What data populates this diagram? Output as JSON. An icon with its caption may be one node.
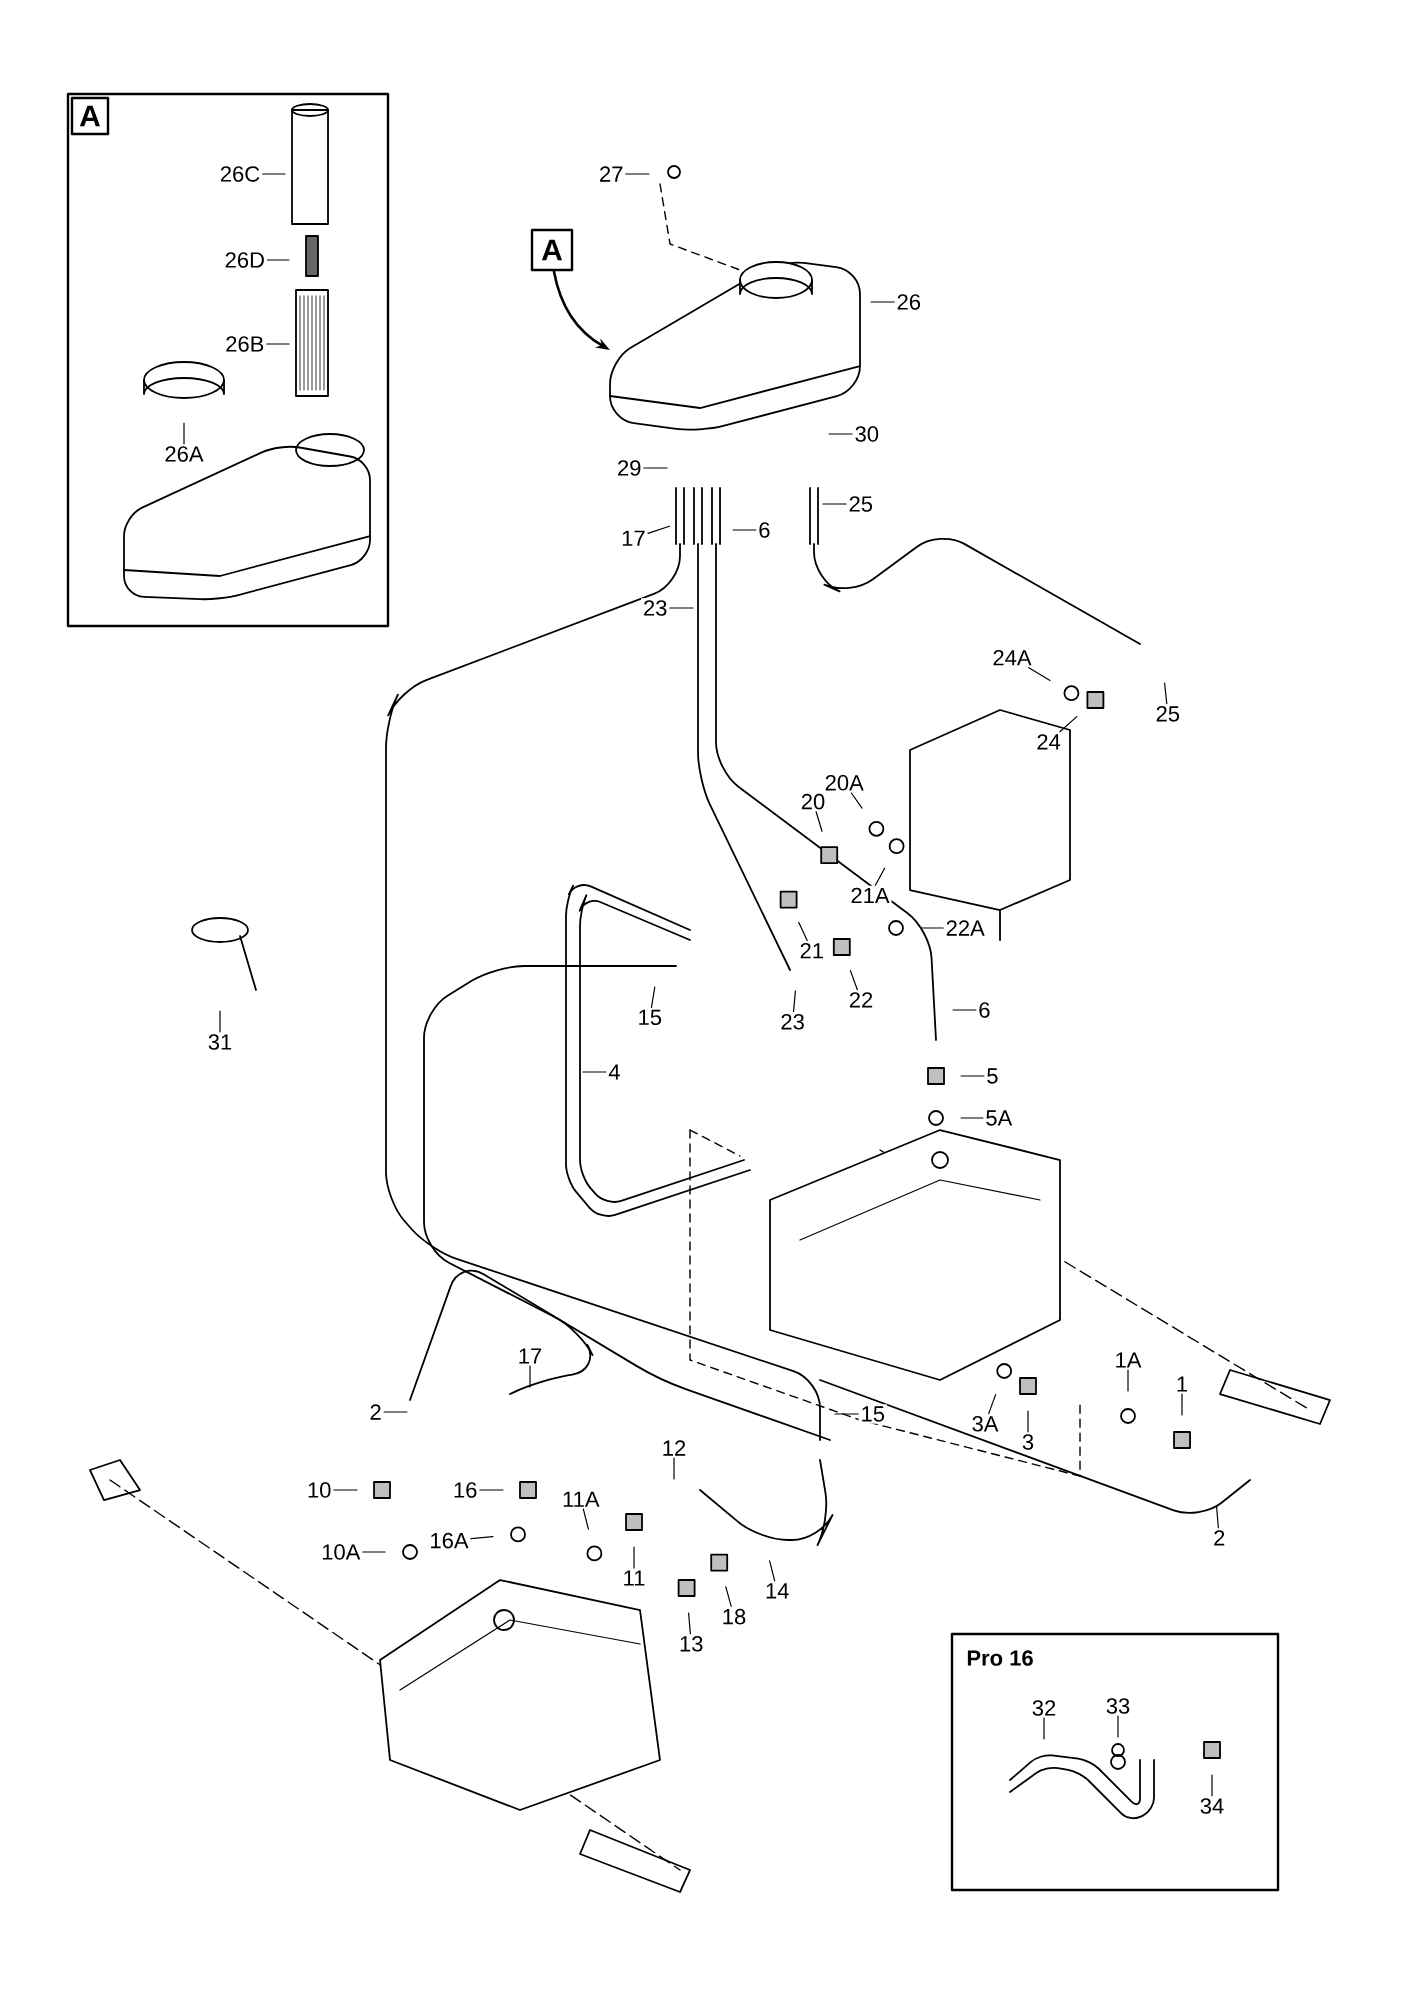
{
  "diagram": {
    "nodes": [
      {
        "text": [
          "A"
        ]
      },
      {
        "text": [
          "26C"
        ],
        "in": 0
      },
      {
        "text": [
          "26D"
        ],
        "in": 0
      },
      {
        "text": [
          "26B"
        ],
        "in": 0
      },
      {
        "text": [
          "26A"
        ],
        "in": 0
      },
      {
        "text": [
          "27"
        ]
      },
      {
        "text": [
          "A"
        ]
      },
      {
        "text": [
          "26"
        ]
      },
      {
        "text": [
          "30"
        ]
      },
      {
        "text": [
          "29"
        ]
      },
      {
        "text": [
          "6"
        ]
      },
      {
        "text": [
          "25"
        ]
      },
      {
        "text": [
          "17"
        ]
      },
      {
        "text": [
          "23"
        ]
      },
      {
        "text": [
          "24A"
        ]
      },
      {
        "text": [
          "25"
        ]
      },
      {
        "text": [
          "24"
        ]
      },
      {
        "text": [
          "20A"
        ]
      },
      {
        "text": [
          "20"
        ]
      },
      {
        "text": [
          "21A"
        ]
      },
      {
        "text": [
          "22A"
        ]
      },
      {
        "text": [
          "21"
        ]
      },
      {
        "text": [
          "22"
        ]
      },
      {
        "text": [
          "31"
        ]
      },
      {
        "text": [
          "15"
        ]
      },
      {
        "text": [
          "23"
        ]
      },
      {
        "text": [
          "6"
        ]
      },
      {
        "text": [
          "4"
        ]
      },
      {
        "text": [
          "5"
        ]
      },
      {
        "text": [
          "5A"
        ]
      },
      {
        "text": [
          "17"
        ]
      },
      {
        "text": [
          "1A"
        ]
      },
      {
        "text": [
          "1"
        ]
      },
      {
        "text": [
          "2"
        ]
      },
      {
        "text": [
          "3A"
        ]
      },
      {
        "text": [
          "15"
        ]
      },
      {
        "text": [
          "3"
        ]
      },
      {
        "text": [
          "12"
        ]
      },
      {
        "text": [
          "10"
        ]
      },
      {
        "text": [
          "16"
        ]
      },
      {
        "text": [
          "11A"
        ]
      },
      {
        "text": [
          "2"
        ]
      },
      {
        "text": [
          "16A"
        ]
      },
      {
        "text": [
          "10A"
        ]
      },
      {
        "text": [
          "11"
        ]
      },
      {
        "text": [
          "14"
        ]
      },
      {
        "text": [
          "18"
        ]
      },
      {
        "text": [
          "13"
        ]
      },
      {
        "text": [
          "Pro 16"
        ]
      },
      {
        "text": [
          "32"
        ],
        "in": 48
      },
      {
        "text": [
          "33"
        ],
        "in": 48
      },
      {
        "text": [
          "34"
        ],
        "in": 48
      }
    ],
    "edges": [
      {
        "from": 1,
        "to": null,
        "arrow": "none"
      },
      {
        "from": 2,
        "to": null,
        "arrow": "none"
      },
      {
        "from": 3,
        "to": null,
        "arrow": "none"
      },
      {
        "from": 4,
        "to": null,
        "arrow": "none"
      },
      {
        "from": 5,
        "to": null,
        "arrow": "none"
      },
      {
        "from": 6,
        "to": null,
        "arrow": "to"
      },
      {
        "from": 7,
        "to": null,
        "arrow": "none"
      },
      {
        "from": 8,
        "to": null,
        "arrow": "none"
      },
      {
        "from": 9,
        "to": null,
        "arrow": "none"
      },
      {
        "from": 10,
        "to": null,
        "arrow": "none"
      },
      {
        "from": 11,
        "to": null,
        "arrow": "none"
      },
      {
        "from": 12,
        "to": null,
        "arrow": "none"
      },
      {
        "from": 13,
        "to": null,
        "arrow": "none"
      },
      {
        "from": 14,
        "to": null,
        "arrow": "none"
      },
      {
        "from": 15,
        "to": null,
        "arrow": "none"
      },
      {
        "from": 16,
        "to": null,
        "arrow": "none"
      },
      {
        "from": 17,
        "to": null,
        "arrow": "none"
      },
      {
        "from": 18,
        "to": null,
        "arrow": "none"
      },
      {
        "from": 19,
        "to": null,
        "arrow": "none"
      },
      {
        "from": 20,
        "to": null,
        "arrow": "none"
      },
      {
        "from": 21,
        "to": null,
        "arrow": "none"
      },
      {
        "from": 22,
        "to": null,
        "arrow": "none"
      },
      {
        "from": 23,
        "to": null,
        "arrow": "none"
      },
      {
        "from": 24,
        "to": null,
        "arrow": "none"
      },
      {
        "from": 25,
        "to": null,
        "arrow": "none"
      },
      {
        "from": 26,
        "to": null,
        "arrow": "none"
      },
      {
        "from": 27,
        "to": null,
        "arrow": "none"
      },
      {
        "from": 28,
        "to": null,
        "arrow": "none"
      },
      {
        "from": 29,
        "to": null,
        "arrow": "none"
      },
      {
        "from": 30,
        "to": null,
        "arrow": "none"
      },
      {
        "from": 31,
        "to": null,
        "arrow": "none"
      },
      {
        "from": 32,
        "to": null,
        "arrow": "none"
      },
      {
        "from": 33,
        "to": null,
        "arrow": "none"
      },
      {
        "from": 34,
        "to": null,
        "arrow": "none"
      },
      {
        "from": 35,
        "to": null,
        "arrow": "none"
      },
      {
        "from": 36,
        "to": null,
        "arrow": "none"
      },
      {
        "from": 37,
        "to": null,
        "arrow": "none"
      },
      {
        "from": 38,
        "to": null,
        "arrow": "none"
      },
      {
        "from": 39,
        "to": null,
        "arrow": "none"
      },
      {
        "from": 40,
        "to": null,
        "arrow": "none"
      },
      {
        "from": 41,
        "to": null,
        "arrow": "none"
      },
      {
        "from": 42,
        "to": null,
        "arrow": "none"
      },
      {
        "from": 43,
        "to": null,
        "arrow": "none"
      },
      {
        "from": 44,
        "to": null,
        "arrow": "none"
      },
      {
        "from": 45,
        "to": null,
        "arrow": "none"
      },
      {
        "from": 46,
        "to": null,
        "arrow": "none"
      },
      {
        "from": 47,
        "to": null,
        "arrow": "none"
      },
      {
        "from": 49,
        "to": null,
        "arrow": "none"
      },
      {
        "from": 50,
        "to": null,
        "arrow": "none"
      },
      {
        "from": 51,
        "to": null,
        "arrow": "none"
      }
    ]
  }
}
